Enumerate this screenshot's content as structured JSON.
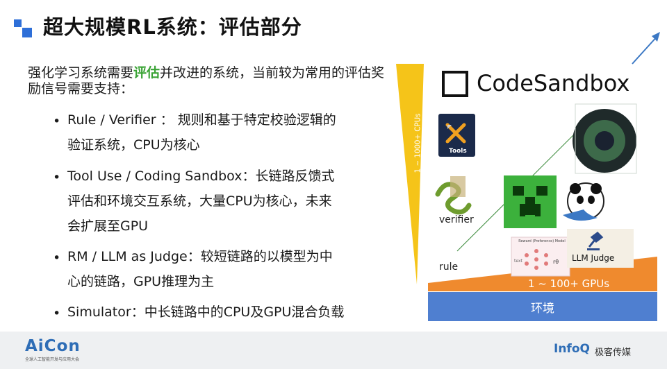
{
  "title": "超大规模RL系统：评估部分",
  "intro": {
    "before": "强化学习系统需要",
    "highlight": "评估",
    "after": "并改进的系统，当前较为常用的评估奖励信号需要支持："
  },
  "bullets": [
    {
      "line1": "Rule / Verifier ： 规则和基于特定校验逻辑的",
      "line2": "验证系统，CPU为核心",
      "line3": ""
    },
    {
      "line1": "Tool Use / Coding Sandbox：长链路反馈式",
      "line2": "评估和环境交互系统，大量CPU为核心，未来",
      "line3": "会扩展至GPU"
    },
    {
      "line1": "RM / LLM as Judge：较短链路的以模型为中",
      "line2": "心的链路，GPU推理为主",
      "line3": ""
    },
    {
      "line1": "Simulator：中长链路中的CPU及GPU混合负载",
      "line2": "",
      "line3": ""
    }
  ],
  "bullet_symbol": "•",
  "panel": {
    "codesandbox": "CodeSandbox",
    "cpu_axis": "1 ~ 1000+ CPUs",
    "gpu_axis": "1 ~ 100+ GPUs",
    "environment": "环境",
    "tools_label": "Tools",
    "verifier_label": "verifier",
    "rule_label": "rule",
    "llm_judge_label": "LLM Judge",
    "rm_title": "Reward (Preference) Model",
    "rm_text": "text",
    "rm_symbol": "rθ"
  },
  "footer": {
    "aicon": "AiCon",
    "aicon_sub": "全球人工智能开发与应用大会",
    "infoq": "InfoQ",
    "geek": "极客传媒"
  },
  "colors": {
    "accent_blue": "#2e6fd8",
    "highlight_green": "#3aa335",
    "cpu_yellow": "#f5c419",
    "gpu_orange": "#ef8a2e",
    "env_blue": "#4f7fd0"
  }
}
